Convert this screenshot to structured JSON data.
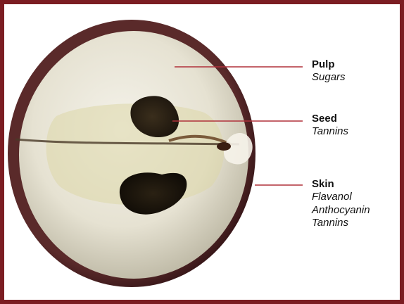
{
  "figure": {
    "labels": [
      {
        "title": "Pulp",
        "items": [
          "Sugars"
        ]
      },
      {
        "title": "Seed",
        "items": [
          "Tannins"
        ]
      },
      {
        "title": "Skin",
        "items": [
          "Flavanol",
          "Anthocyanin",
          "Tannins"
        ]
      }
    ],
    "colors": {
      "frame": "#7b1d22",
      "skin": "#3e1a1c",
      "pulp": "#ece8d8",
      "seed": "#2c2216",
      "leader_line": "#b0303a"
    }
  }
}
